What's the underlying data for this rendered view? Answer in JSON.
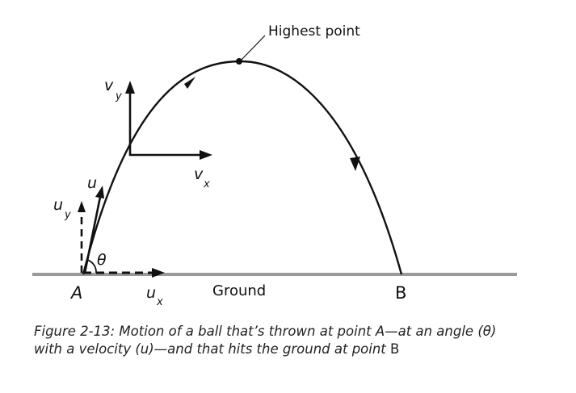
{
  "labels": {
    "highest_point": "Highest point",
    "vy_main": "v",
    "vy_sub": "y",
    "vx_main": "v",
    "vx_sub": "x",
    "u": "u",
    "uy_main": "u",
    "uy_sub": "y",
    "ux_main": "u",
    "ux_sub": "x",
    "theta": "θ",
    "point_a": "A",
    "point_b": "B",
    "ground": "Ground"
  },
  "caption": {
    "line1": "Figure 2-13: Motion of a ball that’s thrown at point A—at an angle (θ)",
    "line2_prefix": "with a velocity (u)—and that hits the ground at point ",
    "line2_point": "B"
  },
  "colors": {
    "ground": "#9a9a9a",
    "ink": "#111111"
  }
}
